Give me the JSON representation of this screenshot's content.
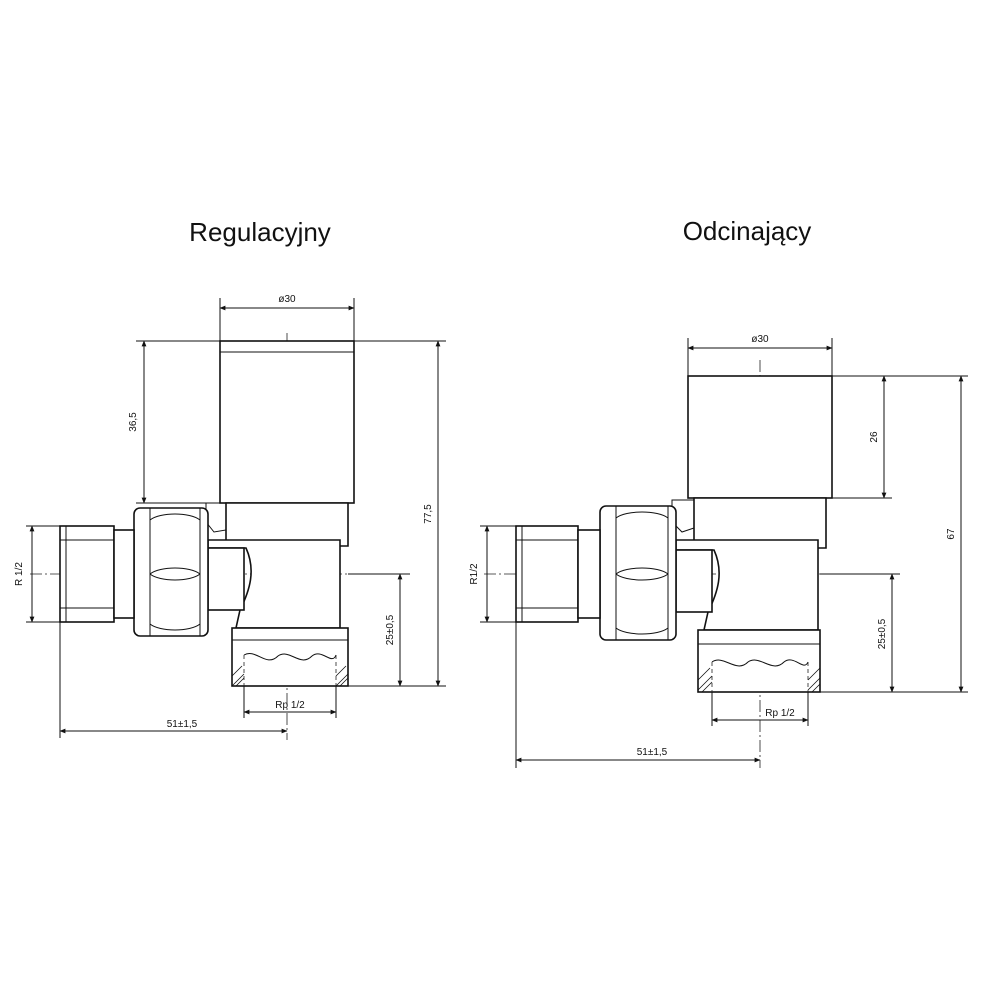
{
  "left": {
    "title": "Regulacyjny",
    "dims": {
      "diameter": "ø30",
      "handle_height": "36,5",
      "total_height": "77,5",
      "thread_r": "R 1/2",
      "height_outlet": "25±0,5",
      "thread_rp": "Rp 1/2",
      "length": "51±1,5"
    }
  },
  "right": {
    "title": "Odcinający",
    "dims": {
      "diameter": "ø30",
      "handle_height": "26",
      "total_height": "67",
      "thread_r": "R1/2",
      "height_outlet": "25±0,5",
      "thread_rp": "Rp 1/2",
      "length": "51±1,5"
    }
  }
}
